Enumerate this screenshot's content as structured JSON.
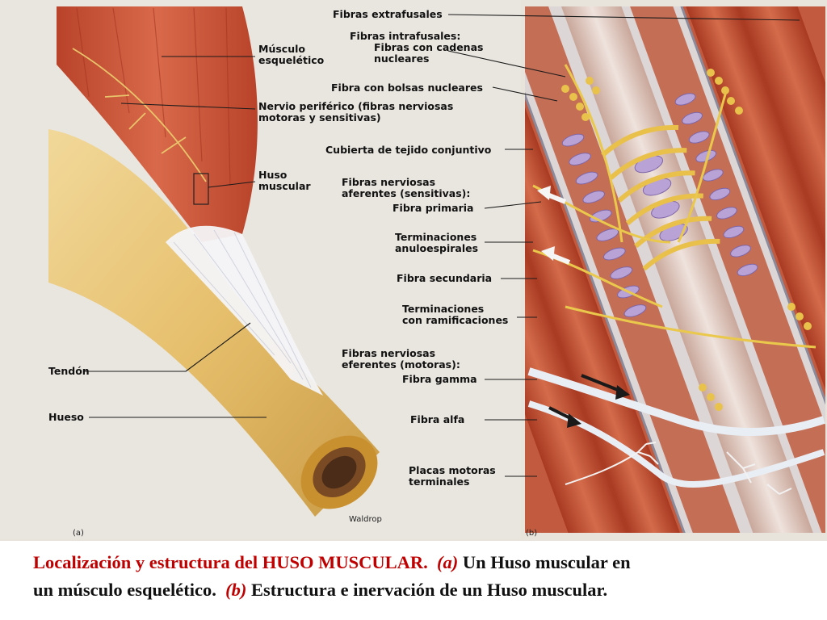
{
  "panel_a": {
    "labels": {
      "musculo": [
        "Músculo",
        "esquelético"
      ],
      "nervio": [
        "Nervio periférico (fibras nerviosas",
        "motoras y sensitivas)"
      ],
      "huso": [
        "Huso",
        "muscular"
      ],
      "tendon": "Tendón",
      "hueso": "Hueso"
    },
    "signature": "Waldrop",
    "tag": "(a)"
  },
  "panel_b": {
    "labels": {
      "extrafusales": "Fibras extrafusales",
      "intrafusales": [
        "Fibras intrafusales:",
        "Fibras con cadenas",
        "nucleares"
      ],
      "bolsas": "Fibra con bolsas nucleares",
      "cubierta": "Cubierta de tejido conjuntivo",
      "aferentes": [
        "Fibras nerviosas",
        "aferentes (sensitivas):"
      ],
      "primaria": "Fibra primaria",
      "anuloespirales": [
        "Terminaciones",
        "anuloespirales"
      ],
      "secundaria": "Fibra secundaria",
      "ramificaciones": [
        "Terminaciones",
        "con ramificaciones"
      ],
      "eferentes": [
        "Fibras nerviosas",
        "eferentes (motoras):"
      ],
      "gamma": "Fibra gamma",
      "alfa": "Fibra alfa",
      "placas": [
        "Placas motoras",
        "terminales"
      ]
    },
    "tag": "(b)"
  },
  "caption": {
    "line1_title": "Localización y estructura del HUSO MUSCULAR.",
    "line1_a": "(a)",
    "line1_rest": "Un Huso muscular en",
    "line2_start": "un músculo esquelético.",
    "line2_b": "(b)",
    "line2_rest": "Estructura e inervación de un Huso muscular."
  }
}
